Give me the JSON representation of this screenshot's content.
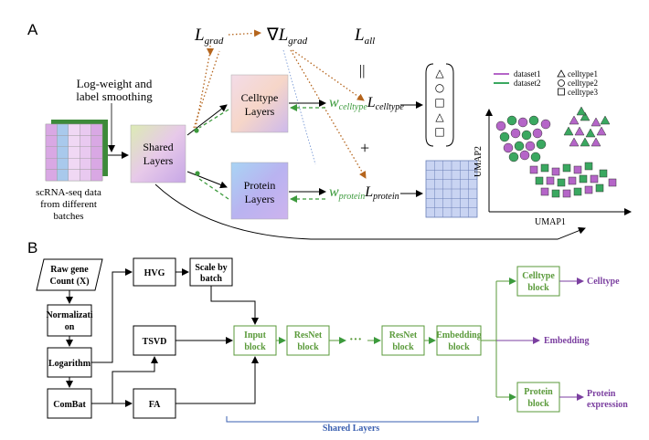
{
  "panel_a": {
    "letter": "A",
    "loss_grad": "L",
    "loss_grad_sub": "grad",
    "nabla": "∇",
    "loss_grad2": "L",
    "loss_grad2_sub": "grad",
    "loss_all": "L",
    "loss_all_sub": "all",
    "equals": "||",
    "plus": "+",
    "log_weight_line1": "Log-weight and",
    "log_weight_line2": "label smoothing",
    "shared_line1": "Shared",
    "shared_line2": "Layers",
    "celltype_line1": "Celltype",
    "celltype_line2": "Layers",
    "protein_line1": "Protein",
    "protein_line2": "Layers",
    "w_celltype": "w",
    "w_celltype_sub": "celltype",
    "l_celltype": "L",
    "l_celltype_sub": "celltype",
    "w_protein": "w",
    "w_protein_sub": "protein",
    "l_protein": "L",
    "l_protein_sub": "protein",
    "scrna_line1": "scRNA-seq data",
    "scrna_line2": "from different",
    "scrna_line3": "batches",
    "vector_symbols": [
      "△",
      "○",
      "□",
      "△",
      "□"
    ],
    "umap_x": "UMAP1",
    "umap_y": "UMAP2",
    "legend_dataset1": "dataset1",
    "legend_dataset2": "dataset2",
    "legend_celltype1": "celltype1",
    "legend_celltype2": "celltype2",
    "legend_celltype3": "celltype3",
    "colors": {
      "dataset1": "#b565c8",
      "dataset2": "#3aa860",
      "green_dash": "#3c9a3c",
      "orange_dot": "#b5651d"
    }
  },
  "panel_b": {
    "letter": "B",
    "raw_gene_line1": "Raw gene",
    "raw_gene_line2": "Count (X)",
    "normalization_line1": "Normalizati",
    "normalization_line2": "on",
    "logarithm": "Logarithm",
    "combat": "ComBat",
    "hvg": "HVG",
    "scale_line1": "Scale by",
    "scale_line2": "batch",
    "tsvd": "TSVD",
    "fa": "FA",
    "input_line1": "Input",
    "input_line2": "block",
    "resnet1_line1": "ResNet",
    "resnet1_line2": "block",
    "dots": "···",
    "resnet2_line1": "ResNet",
    "resnet2_line2": "block",
    "embedding_line1": "Embedding",
    "embedding_line2": "block",
    "celltype_block_line1": "Celltype",
    "celltype_block_line2": "block",
    "protein_block_line1": "Protein",
    "protein_block_line2": "block",
    "out_celltype": "Celltype",
    "out_embedding": "Embedding",
    "out_protein_line1": "Protein",
    "out_protein_line2": "expression",
    "shared_layers": "Shared Layers",
    "colors": {
      "block_green": "#5a9a3a",
      "output_purple": "#7b3fa0",
      "shared_blue": "#3a5fb0"
    }
  }
}
